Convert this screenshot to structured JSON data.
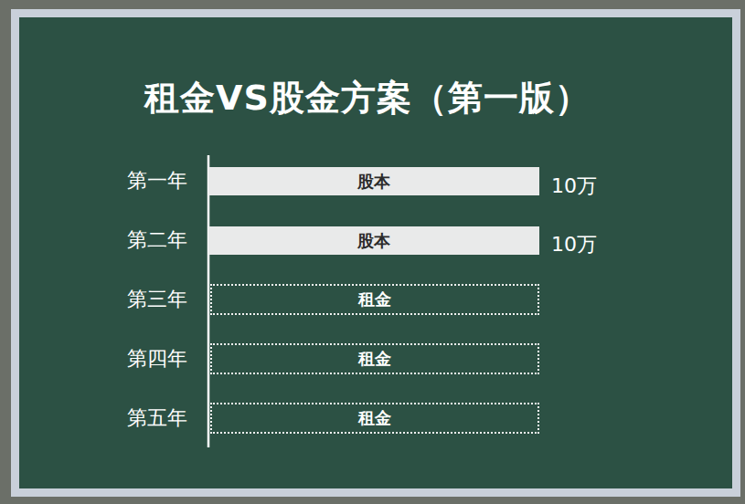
{
  "diagram": {
    "title": "租金VS股金方案（第一版）",
    "nodes": [
      {
        "text": [
          "股本"
        ]
      },
      {
        "text": [
          "股本"
        ]
      },
      {
        "text": [
          "租金"
        ]
      },
      {
        "text": [
          "租金"
        ]
      },
      {
        "text": [
          "租金"
        ]
      }
    ],
    "labels": [
      "第一年",
      "第二年",
      "第三年",
      "第四年",
      "第五年",
      "10万",
      "10万"
    ]
  }
}
